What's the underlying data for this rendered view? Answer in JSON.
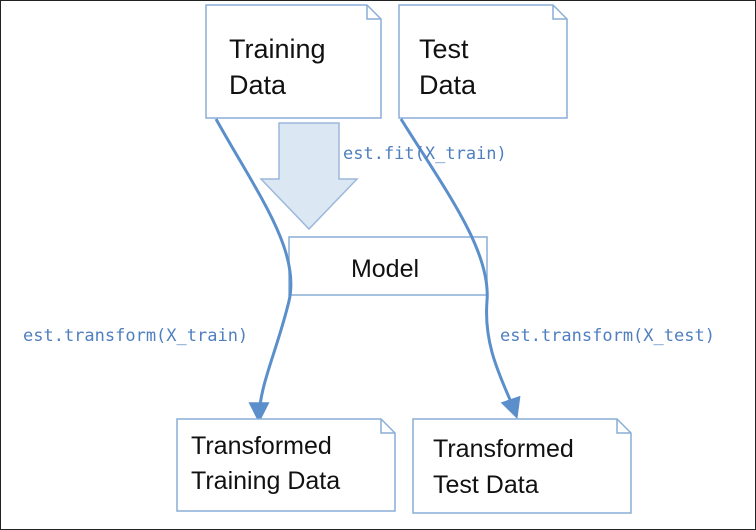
{
  "nodes": {
    "training_data": {
      "line1": "Training",
      "line2": "Data"
    },
    "test_data": {
      "line1": "Test",
      "line2": "Data"
    },
    "model": {
      "label": "Model"
    },
    "transformed_training": {
      "line1": "Transformed",
      "line2": "Training Data"
    },
    "transformed_test": {
      "line1": "Transformed",
      "line2": "Test Data"
    }
  },
  "edges": {
    "fit": "est.fit(X_train)",
    "transform_train": "est.transform(X_train)",
    "transform_test": "est.transform(X_test)"
  },
  "colors": {
    "accent": "#5B8FCB",
    "box_stroke": "#8AAED6",
    "fill_arrow": "#DCE7F4",
    "code_text": "#4F7FBF"
  }
}
